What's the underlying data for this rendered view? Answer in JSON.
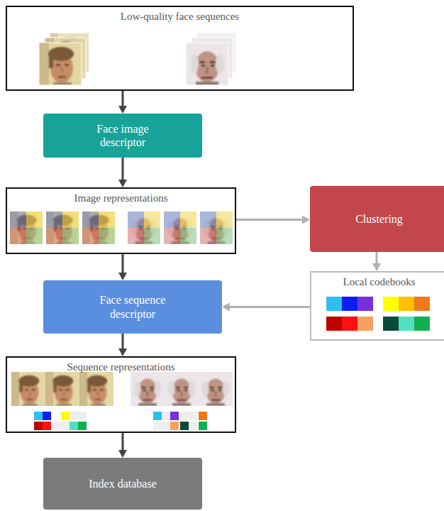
{
  "diagram": {
    "nodes": [
      {
        "text": [
          "Low-quality face sequences"
        ]
      },
      {
        "text": [
          "Face image descriptor"
        ]
      },
      {
        "text": [
          "Image representations"
        ]
      },
      {
        "text": [
          "Clustering"
        ]
      },
      {
        "text": [
          "Local codebooks"
        ]
      },
      {
        "text": [
          "Face sequence descriptor"
        ]
      },
      {
        "text": [
          "Sequence representations"
        ]
      },
      {
        "text": [
          "Index database"
        ]
      }
    ],
    "edges": [
      {
        "from": 0,
        "to": 1,
        "arrow": "to"
      },
      {
        "from": 1,
        "to": 2,
        "arrow": "to"
      },
      {
        "from": 2,
        "to": 3,
        "arrow": "to"
      },
      {
        "from": 3,
        "to": 4,
        "arrow": "to"
      },
      {
        "from": 4,
        "to": 5,
        "arrow": "to"
      },
      {
        "from": 2,
        "to": 5,
        "arrow": "to"
      },
      {
        "from": 5,
        "to": 6,
        "arrow": "to"
      },
      {
        "from": 6,
        "to": 7,
        "arrow": "to"
      }
    ]
  }
}
